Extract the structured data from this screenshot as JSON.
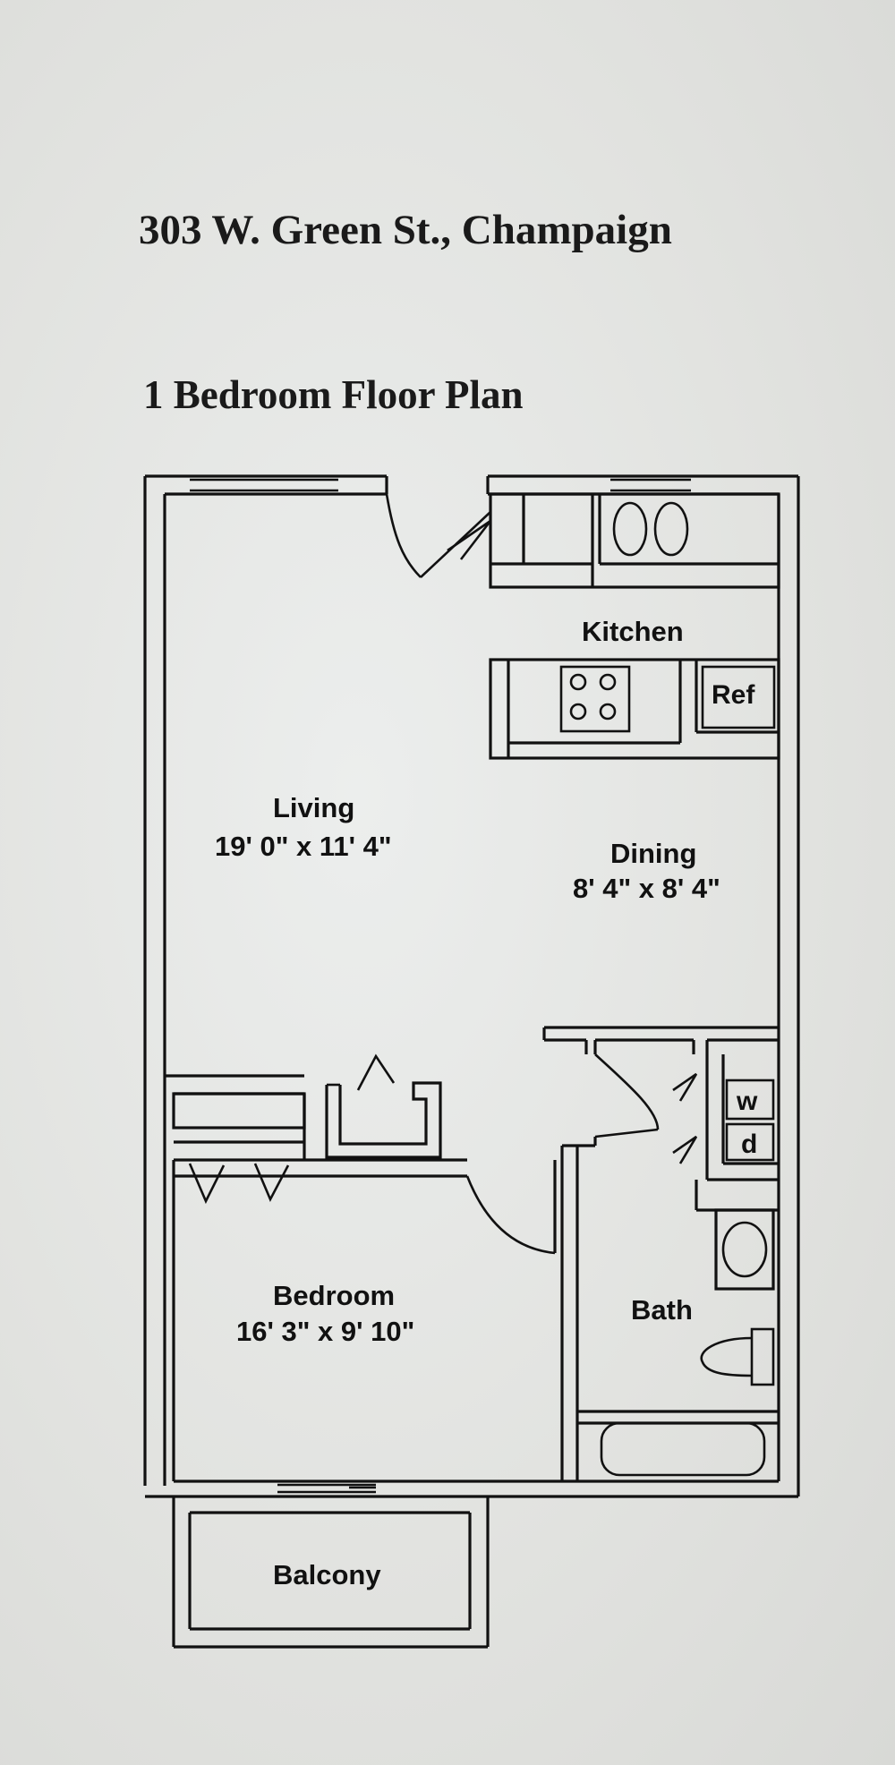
{
  "header": {
    "address": "303 W. Green St., Champaign",
    "plan_title": "1 Bedroom Floor Plan"
  },
  "rooms": {
    "kitchen": {
      "label": "Kitchen"
    },
    "living": {
      "label": "Living",
      "dimensions": "19' 0\" x 11' 4\""
    },
    "dining": {
      "label": "Dining",
      "dimensions": "8' 4\" x 8' 4\""
    },
    "bedroom": {
      "label": "Bedroom",
      "dimensions": "16' 3\" x 9' 10\""
    },
    "bath": {
      "label": "Bath"
    },
    "balcony": {
      "label": "Balcony"
    }
  },
  "fixtures": {
    "refrigerator": "Ref",
    "washer": "w",
    "dryer": "d"
  },
  "colors": {
    "paper": "#e3e4e2",
    "ink": "#111111"
  }
}
